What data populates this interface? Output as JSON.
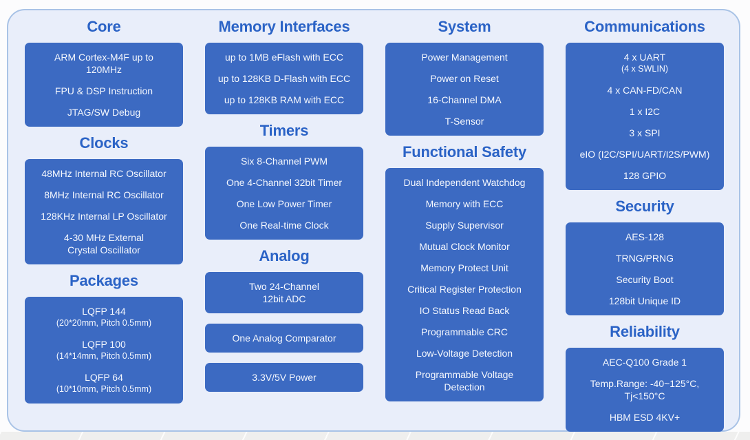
{
  "colors": {
    "accent_header_blue": "#2b63c6",
    "box_blue": "#3c6ac2",
    "panel_background": "#e9eefa",
    "panel_border": "#a9c3e6",
    "box_text": "#f4f7fd",
    "page_background": "#fcfcfd",
    "bottom_strip": "#efefee"
  },
  "columns": [
    {
      "sections": [
        {
          "title": "Core",
          "boxes": [
            {
              "items": [
                [
                  "ARM Cortex-M4F up to",
                  "120MHz"
                ],
                [
                  "FPU & DSP Instruction"
                ],
                [
                  "JTAG/SW Debug"
                ]
              ]
            }
          ]
        },
        {
          "title": "Clocks",
          "boxes": [
            {
              "items": [
                [
                  "48MHz Internal RC Oscillator"
                ],
                [
                  "8MHz Internal RC Oscillator"
                ],
                [
                  "128KHz Internal LP Oscillator"
                ],
                [
                  "4-30 MHz External",
                  "Crystal Oscillator"
                ]
              ]
            }
          ]
        },
        {
          "title": "Packages",
          "boxes": [
            {
              "items": [
                [
                  "LQFP 144",
                  "(20*20mm, Pitch 0.5mm)"
                ],
                [
                  "LQFP 100",
                  "(14*14mm, Pitch 0.5mm)"
                ],
                [
                  "LQFP 64",
                  "(10*10mm, Pitch 0.5mm)"
                ]
              ]
            }
          ]
        }
      ]
    },
    {
      "sections": [
        {
          "title": "Memory Interfaces",
          "boxes": [
            {
              "items": [
                [
                  "up to 1MB eFlash with ECC"
                ],
                [
                  "up to 128KB D-Flash with ECC"
                ],
                [
                  "up to 128KB RAM with ECC"
                ]
              ]
            }
          ]
        },
        {
          "title": "Timers",
          "boxes": [
            {
              "items": [
                [
                  "Six 8-Channel PWM"
                ],
                [
                  "One 4-Channel 32bit Timer"
                ],
                [
                  "One Low Power Timer"
                ],
                [
                  "One Real-time Clock"
                ]
              ]
            }
          ]
        },
        {
          "title": "Analog",
          "boxes": [
            {
              "items": [
                [
                  "Two 24-Channel",
                  "12bit ADC"
                ]
              ]
            },
            {
              "items": [
                [
                  "One Analog Comparator"
                ]
              ]
            },
            {
              "items": [
                [
                  "3.3V/5V Power"
                ]
              ]
            }
          ]
        }
      ]
    },
    {
      "sections": [
        {
          "title": "System",
          "boxes": [
            {
              "items": [
                [
                  "Power Management"
                ],
                [
                  "Power on Reset"
                ],
                [
                  "16-Channel DMA"
                ],
                [
                  "T-Sensor"
                ]
              ]
            }
          ]
        },
        {
          "title": "Functional Safety",
          "boxes": [
            {
              "items": [
                [
                  "Dual Independent Watchdog"
                ],
                [
                  "Memory with ECC"
                ],
                [
                  "Supply Supervisor"
                ],
                [
                  "Mutual Clock Monitor"
                ],
                [
                  "Memory Protect Unit"
                ],
                [
                  "Critical Register Protection"
                ],
                [
                  "IO Status Read Back"
                ],
                [
                  "Programmable CRC"
                ],
                [
                  "Low-Voltage Detection"
                ],
                [
                  "Programmable Voltage",
                  "Detection"
                ]
              ]
            }
          ]
        }
      ]
    },
    {
      "sections": [
        {
          "title": "Communications",
          "boxes": [
            {
              "items": [
                [
                  "4 x UART",
                  "(4 x SWLIN)"
                ],
                [
                  "4 x CAN-FD/CAN"
                ],
                [
                  "1 x I2C"
                ],
                [
                  "3 x SPI"
                ],
                [
                  "eIO (I2C/SPI/UART/I2S/PWM)"
                ],
                [
                  "128 GPIO"
                ]
              ]
            }
          ]
        },
        {
          "title": "Security",
          "boxes": [
            {
              "items": [
                [
                  "AES-128"
                ],
                [
                  "TRNG/PRNG"
                ],
                [
                  "Security Boot"
                ],
                [
                  "128bit Unique ID"
                ]
              ]
            }
          ]
        },
        {
          "title": "Reliability",
          "boxes": [
            {
              "items": [
                [
                  "AEC-Q100 Grade 1"
                ],
                [
                  "Temp.Range: -40~125°C,",
                  "Tj<150°C"
                ],
                [
                  "HBM ESD 4KV+"
                ]
              ]
            }
          ]
        }
      ]
    }
  ]
}
